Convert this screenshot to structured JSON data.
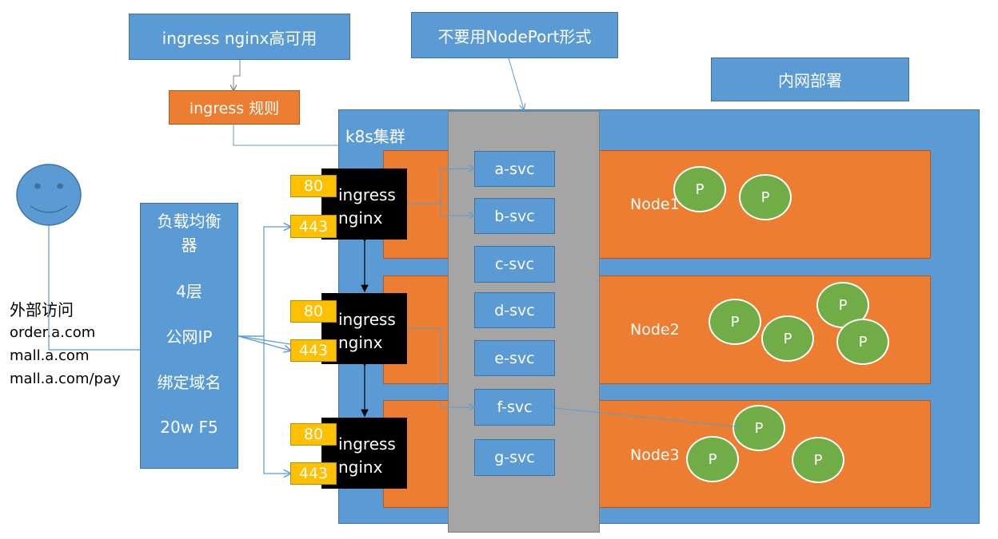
{
  "top_labels": {
    "ha": "ingress nginx高可用",
    "rule": "ingress 规则",
    "nodeport": "不要用NodePort形式",
    "internal": "内网部署"
  },
  "cluster": {
    "title": "k8s集群"
  },
  "external": {
    "title": "外部访问",
    "domains": [
      "order.a.com",
      "mall.a.com",
      "mall.a.com/pay"
    ]
  },
  "lb": {
    "title_line1": "负载均衡",
    "title_line2": "器",
    "layer": "4层",
    "ip": "公网IP",
    "bind": "绑定域名",
    "product": "20w F5"
  },
  "ingress": {
    "line1": "ingress",
    "line2": "nginx",
    "port_http": "80",
    "port_https": "443"
  },
  "services": [
    "a-svc",
    "b-svc",
    "c-svc",
    "d-svc",
    "e-svc",
    "f-svc",
    "g-svc"
  ],
  "nodes": [
    "Node1",
    "Node2",
    "Node3"
  ],
  "pod_label": "P",
  "colors": {
    "blue": "#5B9BD5",
    "orange": "#ED7D31",
    "gray": "#A5A5A5",
    "yellow": "#FFC000",
    "green": "#70AD47",
    "black": "#000000"
  }
}
